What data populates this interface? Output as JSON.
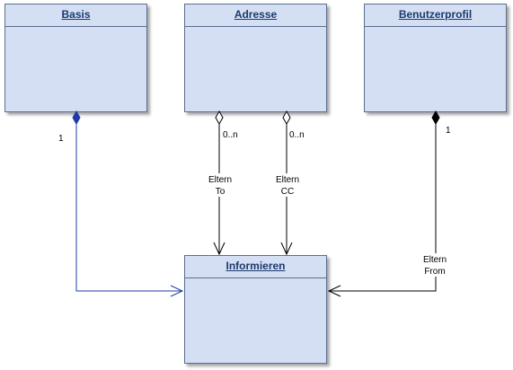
{
  "classes": {
    "basis": "Basis",
    "adresse": "Adresse",
    "benutzerprofil": "Benutzerprofil",
    "informieren": "Informieren"
  },
  "associations": {
    "basis": {
      "multiplicity": "1",
      "color": "#1f3ca6"
    },
    "adresse_to": {
      "multiplicity": "0..n",
      "role_line1": "Eltern",
      "role_line2": "To",
      "color": "#000000"
    },
    "adresse_cc": {
      "multiplicity": "0..n",
      "role_line1": "Eltern",
      "role_line2": "CC",
      "color": "#000000"
    },
    "benutzerprofil_from": {
      "multiplicity": "1",
      "role_line1": "Eltern",
      "role_line2": "From",
      "color": "#000000"
    }
  },
  "colors": {
    "class_fill": "#d4dff3",
    "class_border": "#5b6f8f",
    "class_title": "#1b3a6e"
  }
}
